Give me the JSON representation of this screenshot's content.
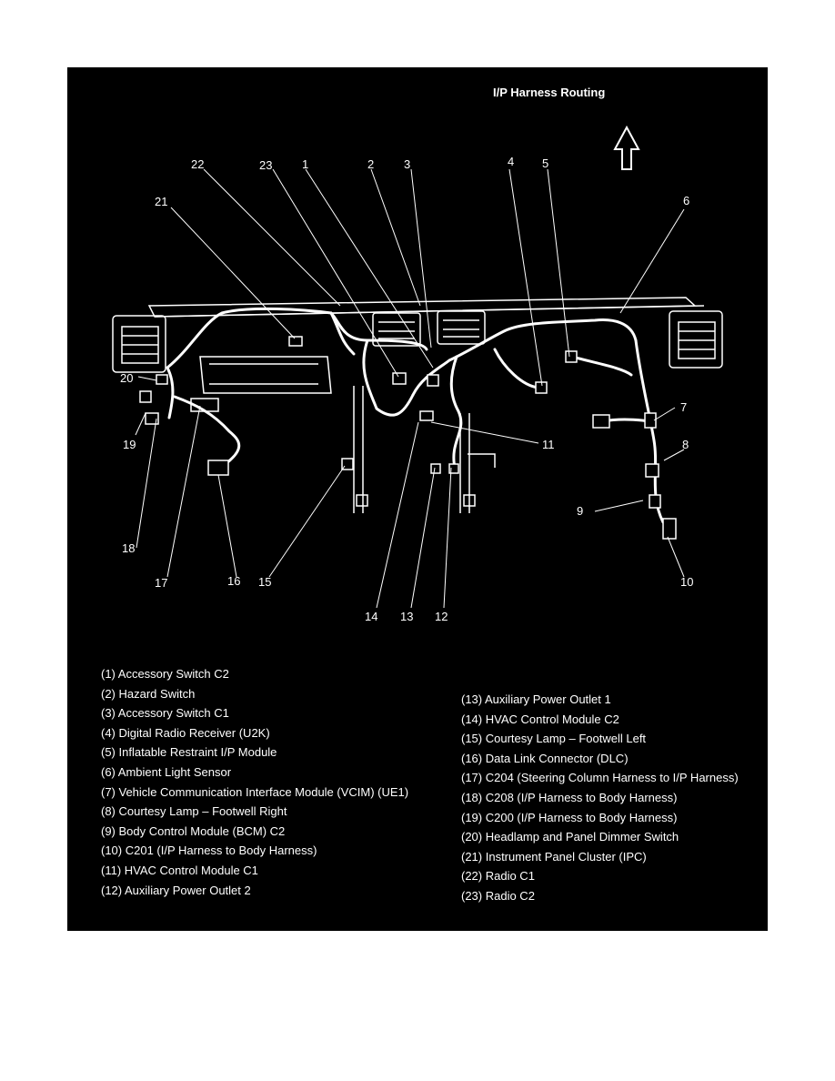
{
  "title": "I/P Harness Routing",
  "colors": {
    "background": "#000000",
    "foreground": "#ffffff",
    "page": "#ffffff"
  },
  "callouts": [
    "1",
    "2",
    "3",
    "4",
    "5",
    "6",
    "7",
    "8",
    "9",
    "10",
    "11",
    "12",
    "13",
    "14",
    "15",
    "16",
    "17",
    "18",
    "19",
    "20",
    "21",
    "22",
    "23"
  ],
  "legend_left": [
    "(1) Accessory Switch C2",
    "(2) Hazard Switch",
    "(3) Accessory Switch C1",
    "(4) Digital Radio Receiver (U2K)",
    "(5) Inflatable Restraint I/P Module",
    "(6) Ambient Light Sensor",
    "(7) Vehicle Communication Interface Module (VCIM) (UE1)",
    "(8) Courtesy Lamp – Footwell Right",
    "(9) Body Control Module (BCM) C2",
    "(10) C201 (I/P Harness to Body Harness)",
    "(11) HVAC Control Module C1",
    "(12) Auxiliary Power Outlet 2"
  ],
  "legend_right": [
    "(13) Auxiliary Power Outlet 1",
    "(14) HVAC Control Module C2",
    "(15) Courtesy Lamp – Footwell Left",
    "(16) Data Link Connector (DLC)",
    "(17) C204 (Steering Column Harness to I/P Harness)",
    "(18) C208 (I/P Harness to Body Harness)",
    "(19) C200 (I/P Harness to Body Harness)",
    "(20) Headlamp and Panel Dimmer Switch",
    "(21) Instrument Panel Cluster (IPC)",
    "(22) Radio C1",
    "(23) Radio C2"
  ]
}
